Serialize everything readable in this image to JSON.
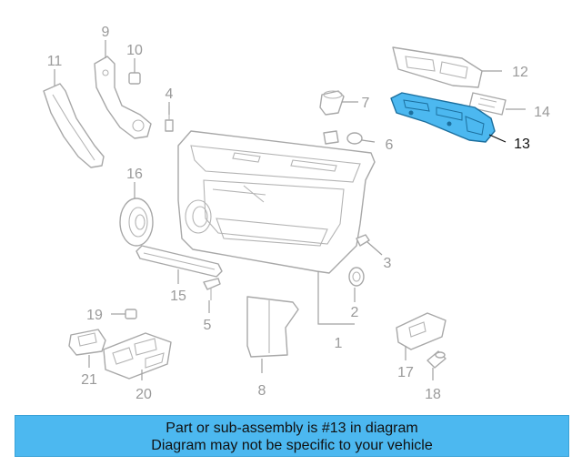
{
  "diagram": {
    "callouts": {
      "c1": "1",
      "c2": "2",
      "c3": "3",
      "c4": "4",
      "c5": "5",
      "c6": "6",
      "c7": "7",
      "c8": "8",
      "c9": "9",
      "c10": "10",
      "c11": "11",
      "c12": "12",
      "c13": "13",
      "c14": "14",
      "c15": "15",
      "c16": "16",
      "c17": "17",
      "c18": "18",
      "c19": "19",
      "c20": "20",
      "c21": "21"
    },
    "highlighted_part": "13",
    "highlight_color": "#4cb8f0",
    "line_color": "#a8a8a8"
  },
  "banner": {
    "line1": "Part or sub-assembly is #13 in diagram",
    "line2": "Diagram may not be specific to your vehicle",
    "background": "#4cb8f0"
  }
}
